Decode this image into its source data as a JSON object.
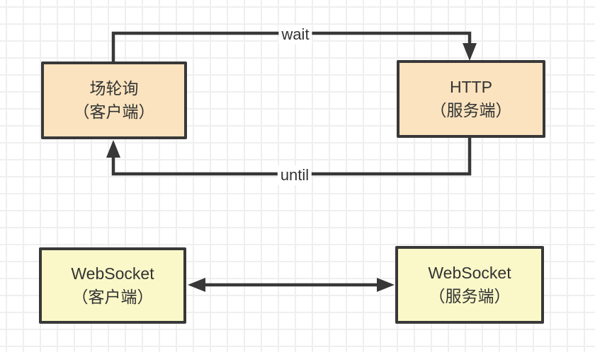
{
  "diagram": {
    "nodes": [
      {
        "id": "polling-client",
        "title": "场轮询",
        "subtitle": "（客户端）",
        "fill": "#fae3be",
        "border": "#383838"
      },
      {
        "id": "http-server",
        "title": "HTTP",
        "subtitle": "（服务端）",
        "fill": "#fae3be",
        "border": "#383838"
      },
      {
        "id": "websocket-client",
        "title": "WebSocket",
        "subtitle": "（客户端）",
        "fill": "#faf8c8",
        "border": "#383838"
      },
      {
        "id": "websocket-server",
        "title": "WebSocket",
        "subtitle": "（服务端）",
        "fill": "#faf8c8",
        "border": "#383838"
      }
    ],
    "edges": [
      {
        "id": "wait-edge",
        "label": "wait",
        "from": "polling-client",
        "to": "http-server",
        "direction": "one-way"
      },
      {
        "id": "until-edge",
        "label": "until",
        "from": "http-server",
        "to": "polling-client",
        "direction": "one-way"
      },
      {
        "id": "websocket-edge",
        "label": "",
        "from": "websocket-client",
        "to": "websocket-server",
        "direction": "two-way"
      }
    ],
    "colors": {
      "line": "#383838",
      "grid_line": "#efefef",
      "background": "#ffffff",
      "text": "#333333"
    }
  }
}
